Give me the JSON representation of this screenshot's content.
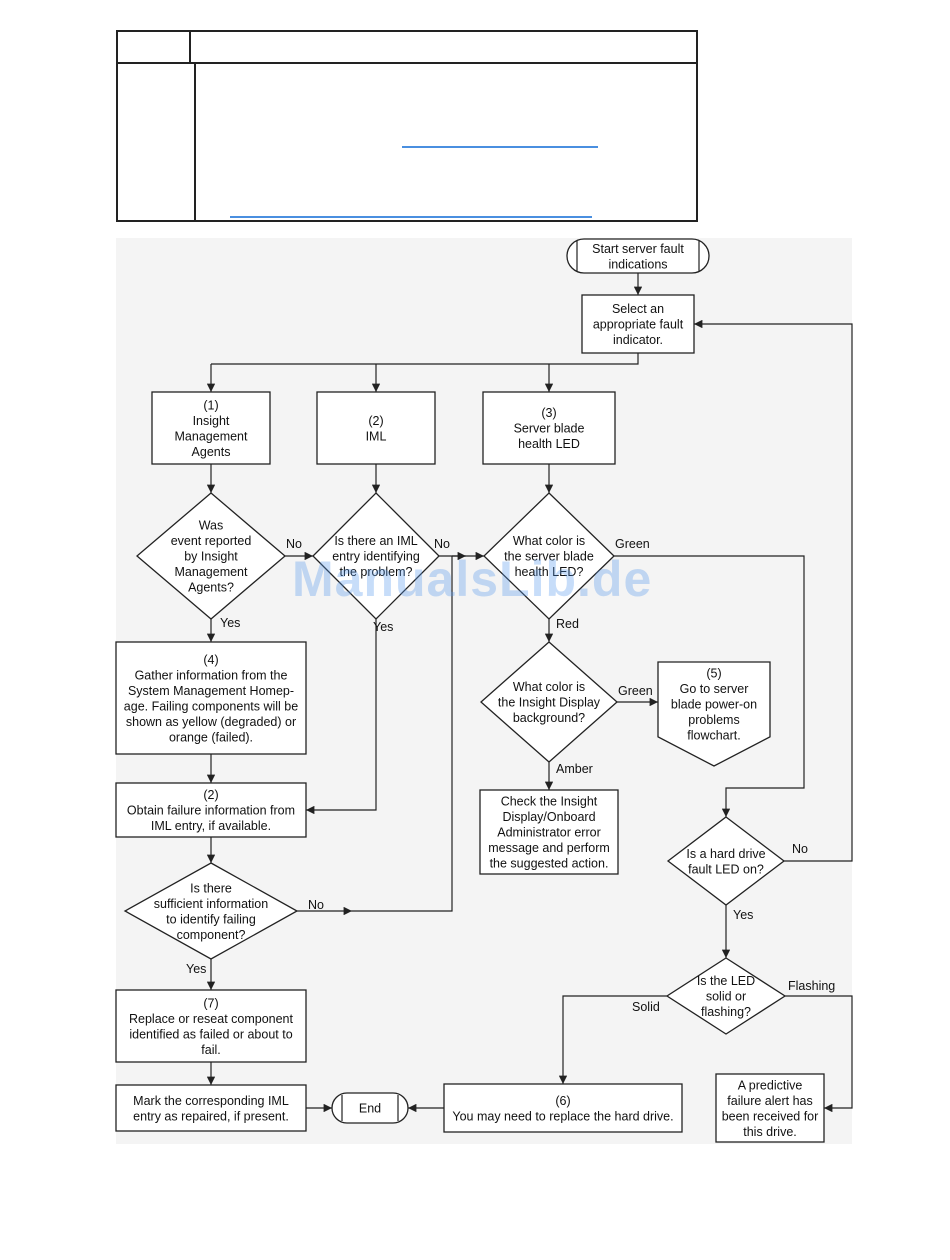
{
  "watermark": "ManualsLib.de",
  "colors": {
    "link": "#4a8fe0",
    "watermark": "#5096eb",
    "background": "#f4f4f4"
  },
  "nodes": {
    "start": [
      "Start server fault",
      "indications"
    ],
    "select": [
      "Select an",
      "appropriate fault",
      "indicator."
    ],
    "n1": [
      "(1)",
      "Insight",
      "Management",
      "Agents"
    ],
    "n2": [
      "(2)",
      "IML"
    ],
    "n3": [
      "(3)",
      "Server blade",
      "health LED"
    ],
    "d_event": [
      "Was",
      "event reported",
      "by Insight",
      "Management",
      "Agents?"
    ],
    "d_iml": [
      "Is there an IML",
      "entry identifying",
      "the problem?"
    ],
    "d_color": [
      "What color is",
      "the server blade",
      "health LED?"
    ],
    "n4": [
      "(4)",
      "Gather information from the",
      "System Management Homep-",
      "age. Failing components will be",
      "shown as yellow (degraded) or",
      "orange (failed)."
    ],
    "n2b": [
      "(2)",
      "Obtain failure information from",
      "IML entry, if available."
    ],
    "d_suff": [
      "Is there",
      "sufficient information",
      "to identify failing",
      "component?"
    ],
    "n7": [
      "(7)",
      "Replace or reseat component",
      "identified as failed or about to",
      "fail."
    ],
    "mark": [
      "Mark the corresponding IML",
      "entry as repaired, if present."
    ],
    "end": [
      "End"
    ],
    "d_insight": [
      "What color is",
      "the Insight Display",
      "background?"
    ],
    "n5": [
      "(5)",
      "Go to server",
      "blade power-on",
      "problems",
      "flowchart."
    ],
    "check": [
      "Check the Insight",
      "Display/Onboard",
      "Administrator error",
      "message and perform",
      "the suggested action."
    ],
    "d_hdd": [
      "Is a hard drive",
      "fault LED on?"
    ],
    "d_led": [
      "Is the LED",
      "solid or",
      "flashing?"
    ],
    "n6": [
      "(6)",
      "You may need to replace the hard drive."
    ],
    "alert": [
      "A predictive",
      "failure alert has",
      "been received for",
      "this drive."
    ]
  },
  "labels": {
    "event_no": "No",
    "event_yes": "Yes",
    "iml_no": "No",
    "iml_yes": "Yes",
    "color_green": "Green",
    "color_red": "Red",
    "insight_green": "Green",
    "insight_amber": "Amber",
    "suff_no": "No",
    "suff_yes": "Yes",
    "hdd_no": "No",
    "hdd_yes": "Yes",
    "led_solid": "Solid",
    "led_flashing": "Flashing"
  }
}
